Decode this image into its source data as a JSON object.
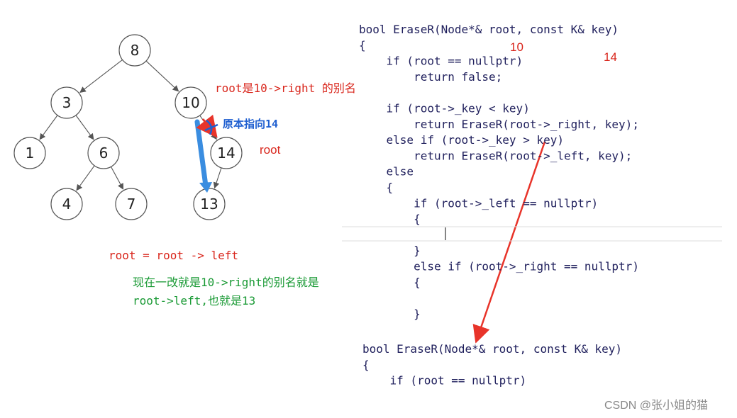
{
  "tree": {
    "nodes": [
      {
        "id": "8",
        "label": "8"
      },
      {
        "id": "3",
        "label": "3"
      },
      {
        "id": "10",
        "label": "10"
      },
      {
        "id": "1",
        "label": "1"
      },
      {
        "id": "6",
        "label": "6"
      },
      {
        "id": "14",
        "label": "14"
      },
      {
        "id": "4",
        "label": "4"
      },
      {
        "id": "7",
        "label": "7"
      },
      {
        "id": "13",
        "label": "13"
      }
    ],
    "edges": [
      [
        "8",
        "3"
      ],
      [
        "8",
        "10"
      ],
      [
        "3",
        "1"
      ],
      [
        "3",
        "6"
      ],
      [
        "10",
        "14"
      ],
      [
        "6",
        "4"
      ],
      [
        "6",
        "7"
      ],
      [
        "14",
        "13"
      ]
    ]
  },
  "annotations": {
    "root_alias": "root是10->right 的别名",
    "originally_points": "原本指向14",
    "root_label": "root",
    "assign": "root = root -> left",
    "green_line1": "现在一改就是10->right的别名就是",
    "green_line2": "root->left,也就是13",
    "red_10": "10",
    "red_14": "14"
  },
  "code_top": [
    "bool EraseR(Node*& root, const K& key)",
    "{",
    "    if (root == nullptr)",
    "        return false;",
    "",
    "    if (root->_key < key)",
    "        return EraseR(root->_right, key);",
    "    else if (root->_key > key)",
    "        return EraseR(root->_left, key);",
    "    else",
    "    {",
    "        if (root->_left == nullptr)",
    "        {",
    "",
    "        }",
    "        else if (root->_right == nullptr)",
    "        {",
    "",
    "        }"
  ],
  "code_bottom": [
    "bool EraseR(Node*& root, const K& key)",
    "{",
    "    if (root == nullptr)"
  ],
  "watermark": "CSDN @张小姐的猫",
  "colors": {
    "red": "#d9261c",
    "blue": "#1f5fd0",
    "green": "#1a9a35",
    "code": "#1f1f5c"
  }
}
